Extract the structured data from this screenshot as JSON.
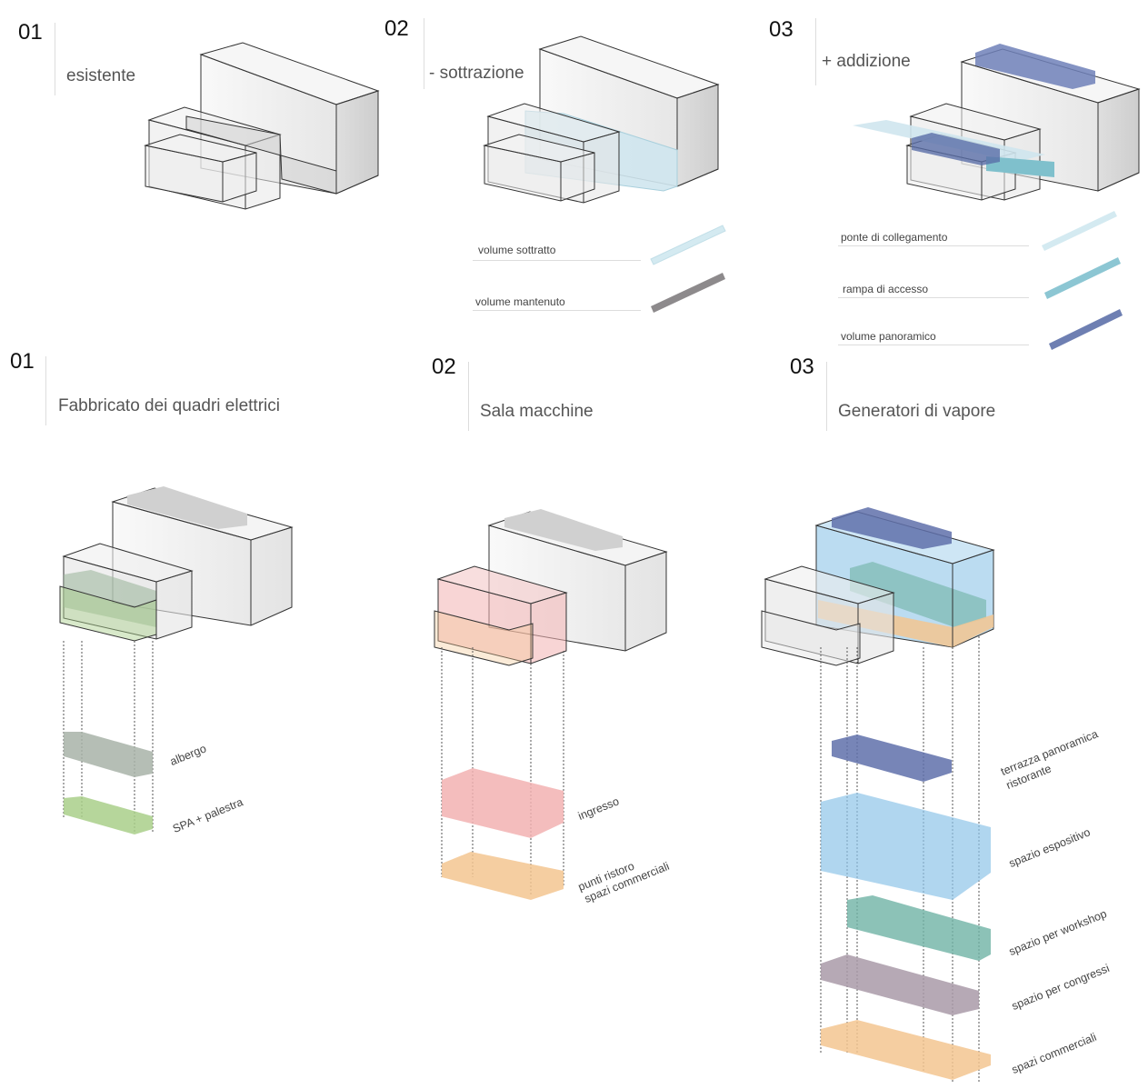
{
  "top_steps": [
    {
      "number": "01",
      "title": "esistente"
    },
    {
      "number": "02",
      "title": "- sottrazione"
    },
    {
      "number": "03",
      "title": "+ addizione"
    }
  ],
  "legend_subtraction": [
    {
      "label": "volume sottratto",
      "color": "#cfe6ee"
    },
    {
      "label": "volume mantenuto",
      "color": "#8d8a8c"
    }
  ],
  "legend_addition": [
    {
      "label": "ponte di collegamento",
      "color": "#d0e7ef"
    },
    {
      "label": "rampa di accesso",
      "color": "#8cc6d3"
    },
    {
      "label": "volume panoramico",
      "color": "#6e7fb2"
    }
  ],
  "bottom_steps": [
    {
      "number": "01",
      "title": "Fabbricato dei quadri elettrici"
    },
    {
      "number": "02",
      "title": "Sala macchine"
    },
    {
      "number": "03",
      "title": "Generatori di vapore"
    }
  ],
  "exploded_labels": {
    "b1": [
      "albergo",
      "SPA + palestra"
    ],
    "b2": [
      "ingresso",
      "punti ristoro",
      "spazi commerciali"
    ],
    "b3": [
      "terrazza panoramica",
      "ristorante",
      "spazio espositivo",
      "spazio per workshop",
      "spazio per congressi",
      "spazi commerciali"
    ]
  },
  "colors": {
    "green": "#a9cf8a",
    "grey_green": "#a8b3a8",
    "pink": "#f2b2b2",
    "peach": "#f3c690",
    "blue": "#8ec4e8",
    "navy": "#5f70aa",
    "teal": "#6fb3a5",
    "mauve": "#a99aa8"
  }
}
